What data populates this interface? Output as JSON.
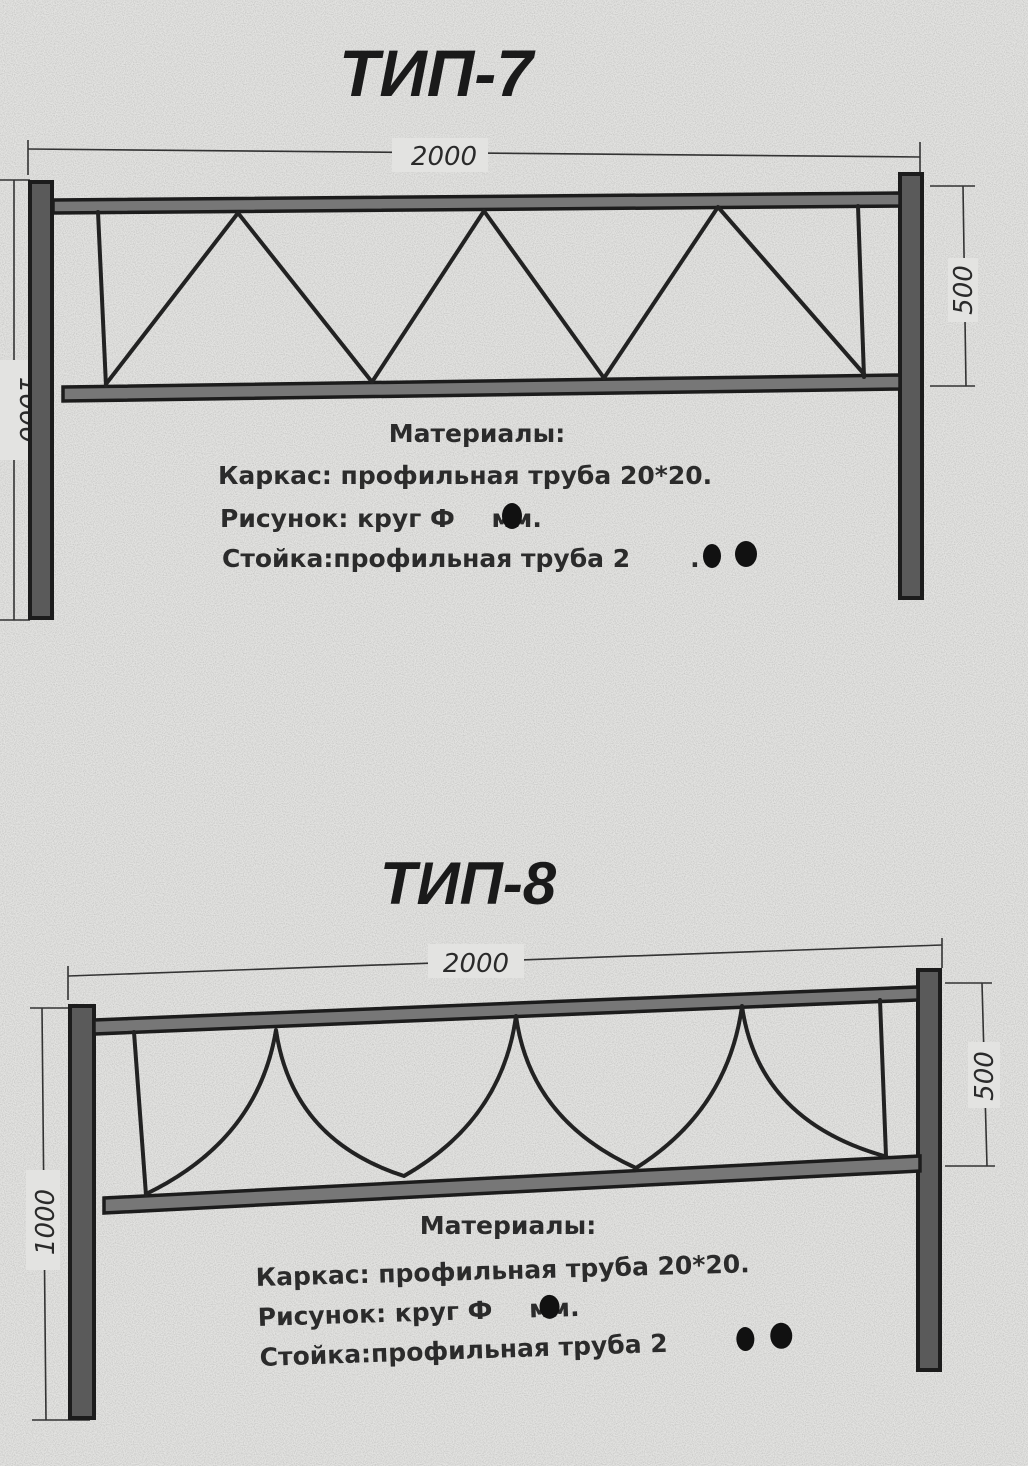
{
  "type7": {
    "title": "ТИП-7",
    "width_dim": "2000",
    "height_dim": "1000",
    "panel_dim": "500",
    "materials_title": "Материалы:",
    "frame": "Каркас: профильная труба 20*20.",
    "pattern": "Рисунок: круг Ф",
    "pattern_unit": " мм.",
    "post": "Стойка:профильная труба 2",
    "post_end": "."
  },
  "type8": {
    "title": "ТИП-8",
    "width_dim": "2000",
    "height_dim": "1000",
    "panel_dim": "500",
    "materials_title": "Материалы:",
    "frame": "Каркас: профильная труба 20*20.",
    "pattern": "Рисунок: круг Ф",
    "pattern_unit": " мм.",
    "post": "Стойка:профильная труба 2"
  }
}
